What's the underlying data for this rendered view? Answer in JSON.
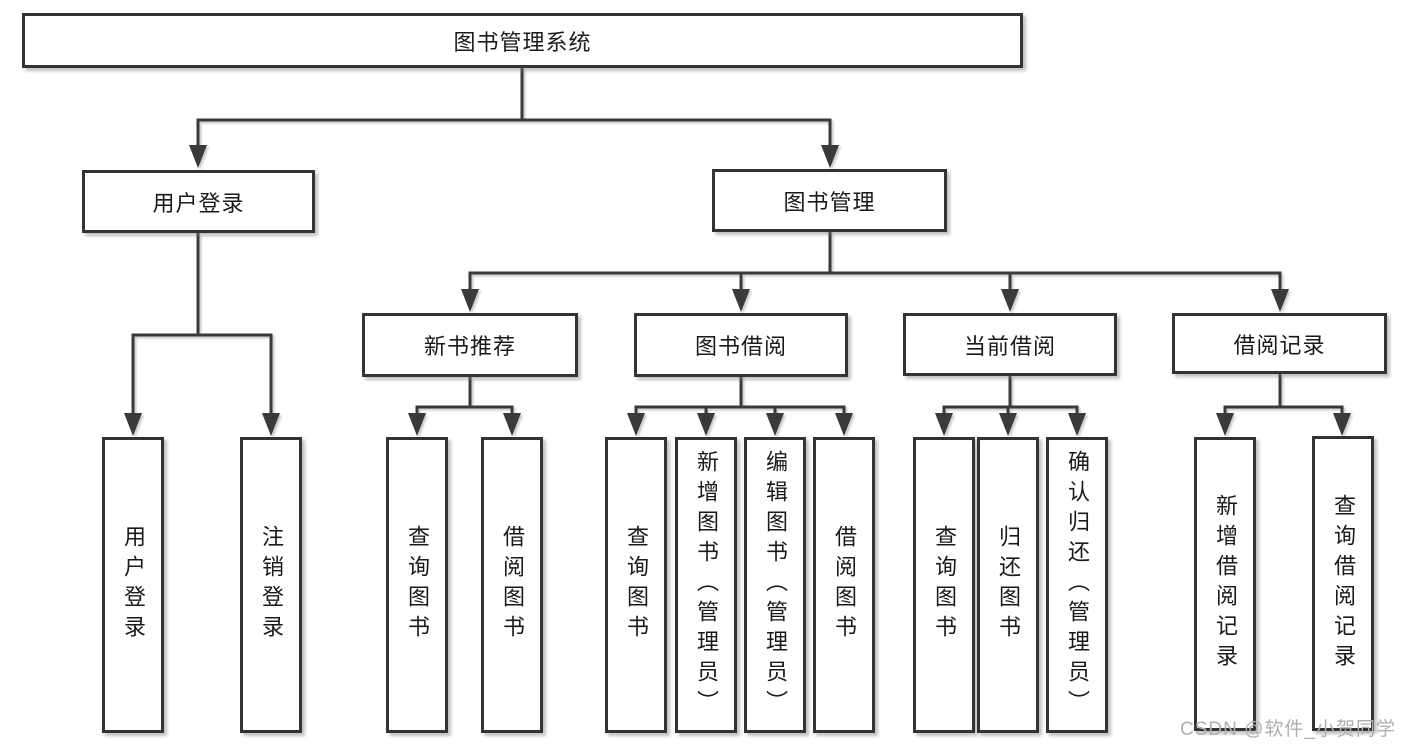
{
  "diagram": {
    "root": {
      "label": "图书管理系统"
    },
    "level2": [
      "用户登录",
      "图书管理"
    ],
    "level3": [
      "新书推荐",
      "图书借阅",
      "当前借阅",
      "借阅记录"
    ],
    "leaves": {
      "user_login": [
        "用户登录",
        "注销登录"
      ],
      "new_book_recommend": [
        "查询图书",
        "借阅图书"
      ],
      "book_borrow": [
        "查询图书",
        "新增图书（管理员）",
        "编辑图书（管理员）",
        "借阅图书"
      ],
      "current_borrow": [
        "查询图书",
        "归还图书",
        "确认归还（管理员）"
      ],
      "borrow_record": [
        "新增借阅记录",
        "查询借阅记录"
      ]
    }
  },
  "watermark": "CSDN @软件_小贺同学",
  "colors": {
    "line": "#3a3a3a",
    "box_border": "#333333",
    "text": "#1a1a1a",
    "watermark": "#b0b0b0"
  }
}
